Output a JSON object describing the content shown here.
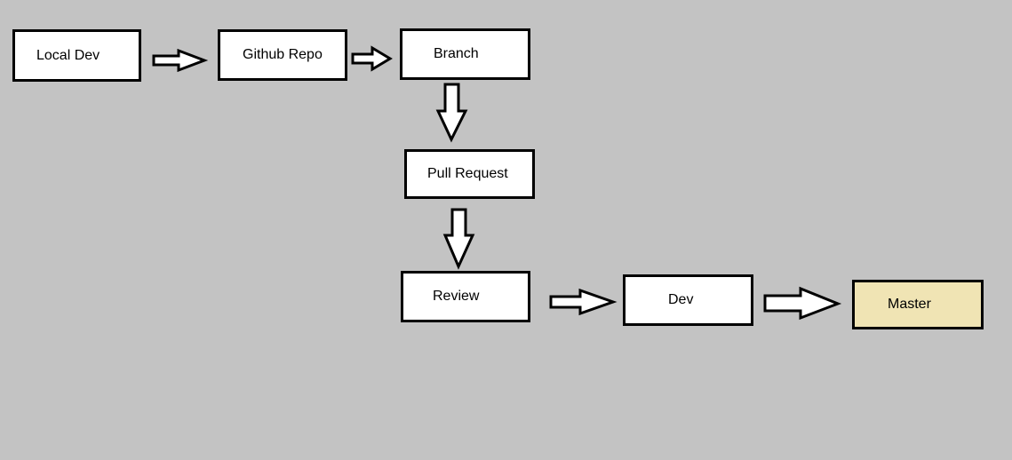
{
  "diagram": {
    "nodes": {
      "local_dev": "Local Dev",
      "github_repo": "Github Repo",
      "branch": "Branch",
      "pull_request": "Pull Request",
      "review": "Review",
      "dev": "Dev",
      "master": "Master"
    },
    "edges": [
      {
        "from": "Local Dev",
        "to": "Github Repo"
      },
      {
        "from": "Github Repo",
        "to": "Branch"
      },
      {
        "from": "Branch",
        "to": "Pull Request"
      },
      {
        "from": "Pull Request",
        "to": "Review"
      },
      {
        "from": "Review",
        "to": "Dev"
      },
      {
        "from": "Dev",
        "to": "Master"
      }
    ],
    "colors": {
      "background": "#c3c3c3",
      "node_fill": "#ffffff",
      "highlight_fill": "#f0e4b4",
      "stroke": "#000000"
    }
  }
}
